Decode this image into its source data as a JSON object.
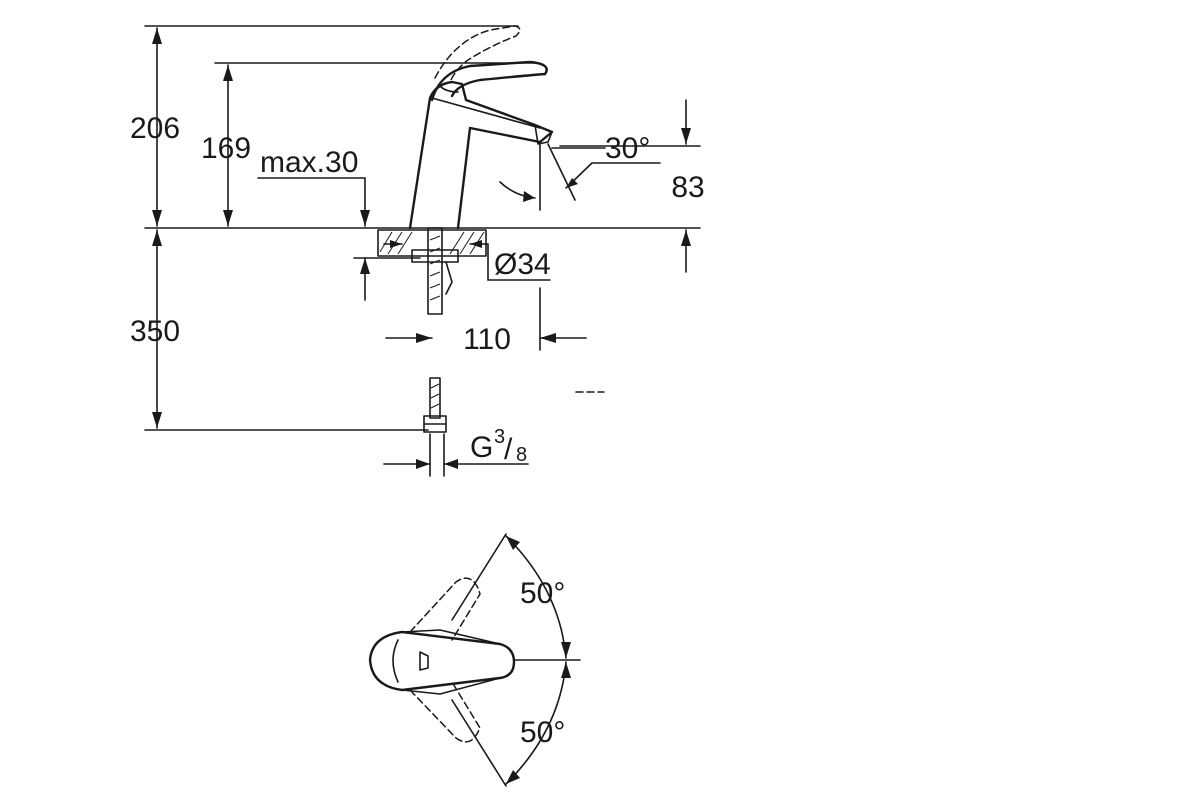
{
  "dimensions": {
    "height_total": "206",
    "height_spout": "169",
    "max_thickness": "max.30",
    "spout_angle": "30°",
    "spout_height": "83",
    "hole_diameter": "Ø34",
    "supply_length": "350",
    "spout_reach": "110",
    "connection_letter": "G",
    "connection_num": "3",
    "connection_den": "8",
    "lever_angle_top": "50°",
    "lever_angle_bottom": "50°"
  }
}
